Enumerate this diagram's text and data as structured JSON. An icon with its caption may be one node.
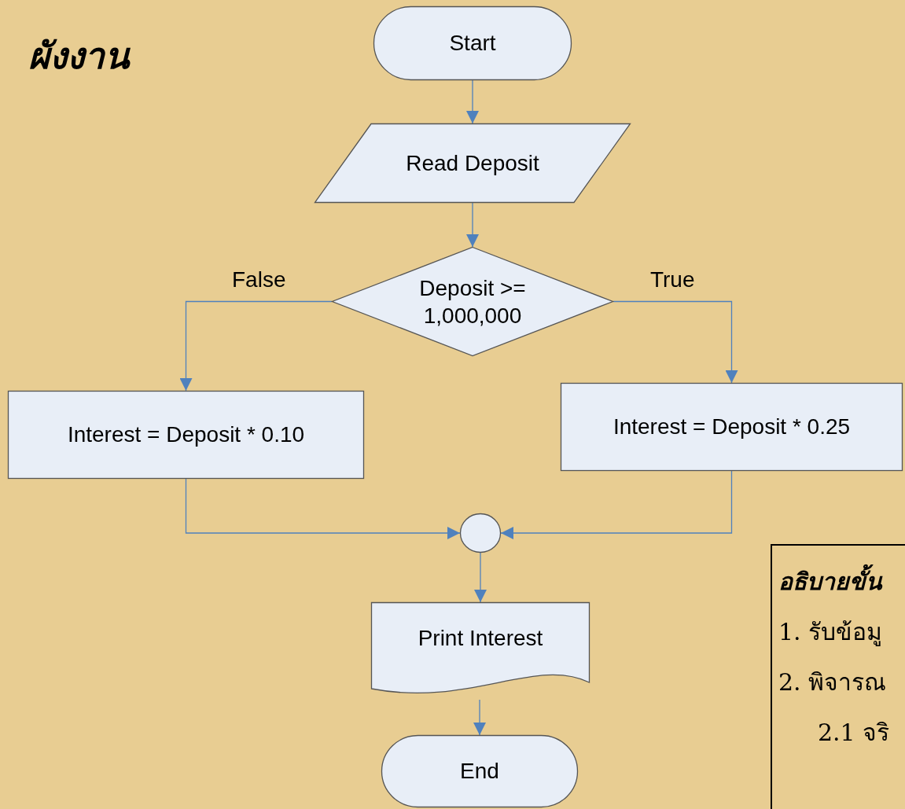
{
  "diagram": {
    "title": "ผังงาน",
    "nodes": [
      {
        "text": [
          "Start"
        ]
      },
      {
        "text": [
          "Read Deposit"
        ]
      },
      {
        "text": [
          "Deposit >= 1,000,000"
        ]
      },
      {
        "text": [
          "Interest = Deposit * 0.10"
        ]
      },
      {
        "text": [
          "Interest = Deposit * 0.25"
        ]
      },
      {
        "text": [],
        "shape": "circle"
      },
      {
        "text": [
          "Print Interest"
        ]
      },
      {
        "text": [
          "End"
        ]
      },
      {
        "text": [
          "อธิบายขั้น",
          "1. รับข้อมู",
          "2. พิจารณ",
          "2.1 จริ"
        ]
      }
    ],
    "edges": [
      {
        "from": 0,
        "to": 1,
        "arrow": "to"
      },
      {
        "from": 1,
        "to": 2,
        "arrow": "to"
      },
      {
        "from": 2,
        "to": 3,
        "arrow": "to",
        "label": "False"
      },
      {
        "from": 2,
        "to": 4,
        "arrow": "to",
        "label": "True"
      },
      {
        "from": 3,
        "to": 5,
        "arrow": "to"
      },
      {
        "from": 4,
        "to": 5,
        "arrow": "to"
      },
      {
        "from": 5,
        "to": 6,
        "arrow": "to"
      },
      {
        "from": 6,
        "to": 7,
        "arrow": "to"
      }
    ]
  }
}
